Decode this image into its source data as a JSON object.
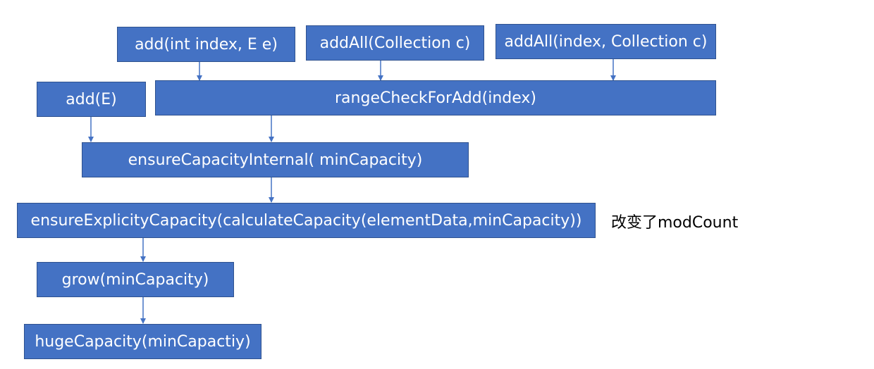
{
  "colors": {
    "node_fill": "#4472C4",
    "node_border": "#2F528F",
    "node_text": "#FFFFFF",
    "arrow": "#4472C4"
  },
  "nodes": {
    "add_index": "add(int index, E e)",
    "addall_collection": "addAll(Collection c)",
    "addall_index_collection": "addAll(index, Collection c)",
    "add_e": "add(E)",
    "range_check": "rangeCheckForAdd(index)",
    "ensure_internal": "ensureCapacityInternal( minCapacity)",
    "ensure_explicit": "ensureExplicityCapacity(calculateCapacity(elementData,minCapacity))",
    "grow": "grow(minCapacity)",
    "huge_capacity": "hugeCapacity(minCapactiy)"
  },
  "annotation": "改变了modCount"
}
